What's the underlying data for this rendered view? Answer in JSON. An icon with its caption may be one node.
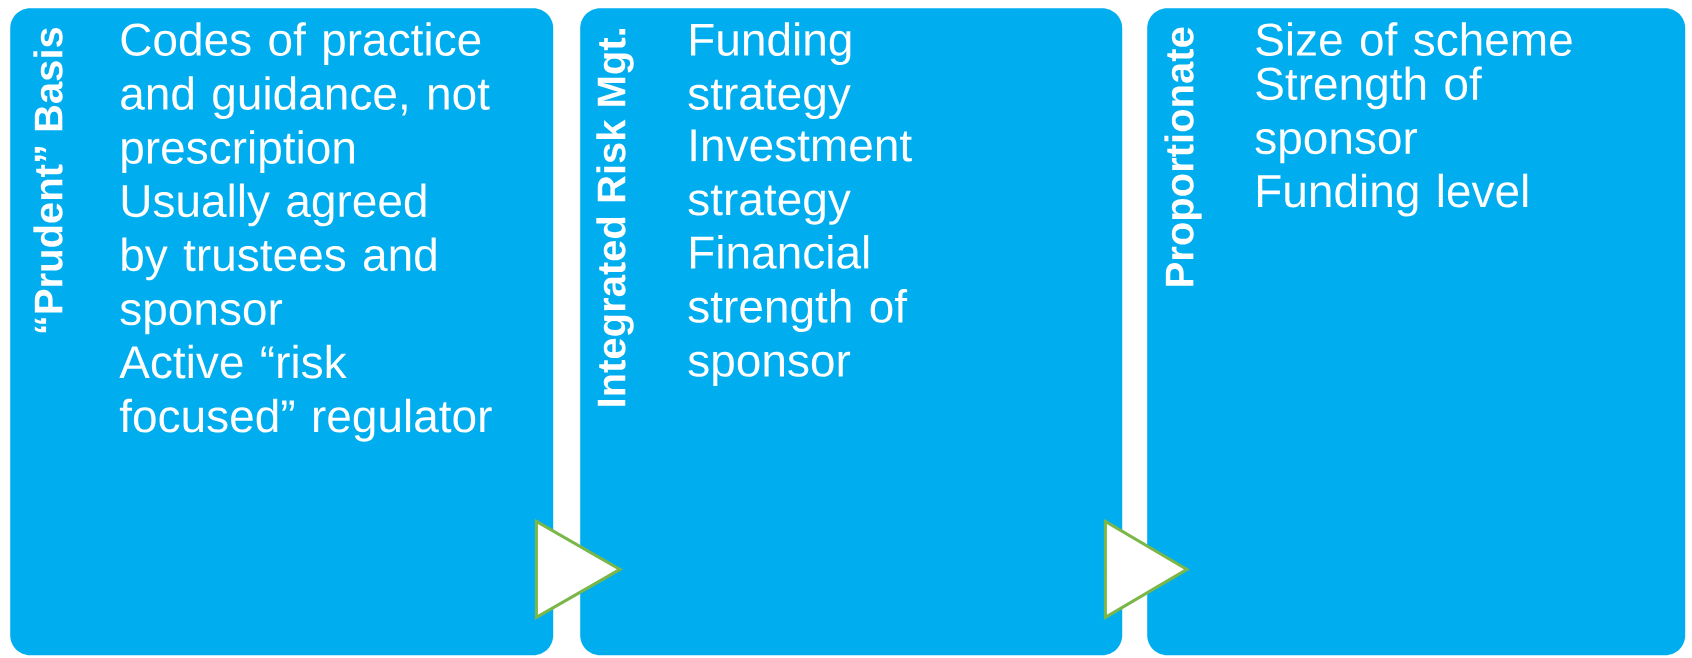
{
  "diagram": {
    "nodes": [
      {
        "text": [
          "“Prudent” Basis",
          "Codes of practice and guidance, not prescription",
          "Usually agreed by trustees and sponsor",
          "Active “risk focused” regulator"
        ]
      },
      {
        "text": [
          "Integrated Risk Mgt.",
          "Funding strategy",
          "Investment strategy",
          "Financial strength of sponsor"
        ]
      },
      {
        "text": [
          "Proportionate",
          "Size of scheme",
          "Strength of sponsor",
          "Funding level"
        ]
      }
    ],
    "edges": [
      {
        "from": 0,
        "to": 1,
        "arrow": "to"
      },
      {
        "from": 1,
        "to": 2,
        "arrow": "to"
      }
    ]
  }
}
